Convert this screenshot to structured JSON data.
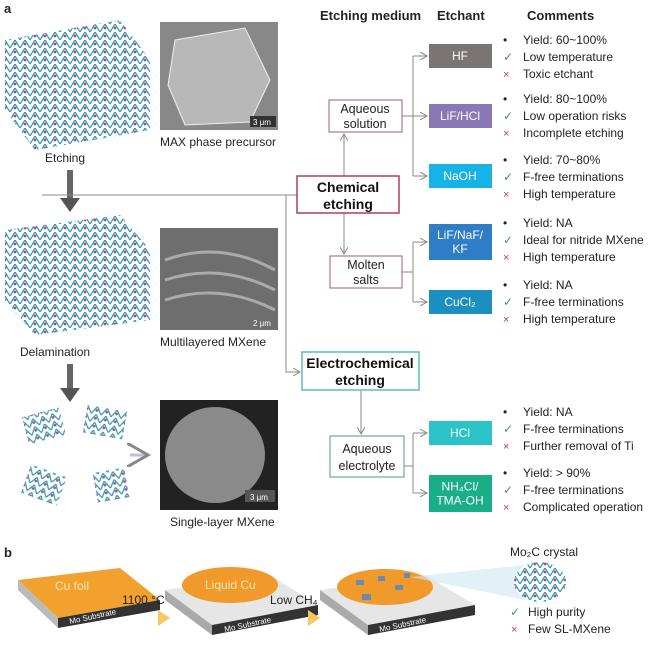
{
  "panel_a": {
    "label": "a",
    "headers": {
      "medium": "Etching medium",
      "etchant": "Etchant",
      "comments": "Comments"
    },
    "left": {
      "max_caption": "MAX phase precursor",
      "max_scale": "3 μm",
      "etching": "Etching",
      "multi_caption": "Multilayered MXene",
      "multi_scale": "2 μm",
      "delamination": "Delamination",
      "single_caption": "Single-layer MXene",
      "single_scale": "3 μm"
    },
    "methods": {
      "chemical": [
        "Chemical",
        "etching"
      ],
      "electrochemical": [
        "Electrochemical",
        "etching"
      ]
    },
    "media": {
      "aqueous": [
        "Aqueous",
        "solution"
      ],
      "molten": [
        "Molten",
        "salts"
      ],
      "electrolyte": [
        "Aqueous",
        "electrolyte"
      ]
    },
    "etchants": [
      {
        "name": [
          "HF"
        ],
        "color": "#7a7474",
        "comments": [
          "Yield: 60~100%",
          "Low temperature",
          "Toxic etchant"
        ]
      },
      {
        "name": [
          "LiF/HCl"
        ],
        "color": "#8a78b6",
        "comments": [
          "Yield: 80~100%",
          "Low operation risks",
          "Incomplete etching"
        ]
      },
      {
        "name": [
          "NaOH"
        ],
        "color": "#17b2e6",
        "comments": [
          "Yield: 70~80%",
          "F-free terminations",
          "High temperature"
        ]
      },
      {
        "name": [
          "LiF/NaF/",
          "KF"
        ],
        "color": "#2f7dc4",
        "comments": [
          "Yield: NA",
          "Ideal for nitride MXene",
          "High temperature"
        ]
      },
      {
        "name": [
          "CuCl₂"
        ],
        "color": "#1b8fc0",
        "comments": [
          "Yield: NA",
          "F-free terminations",
          "High temperature"
        ]
      },
      {
        "name": [
          "HCl"
        ],
        "color": "#2cc3c8",
        "comments": [
          "Yield: NA",
          "F-free terminations",
          "Further removal of Ti"
        ]
      },
      {
        "name": [
          "NH₄Cl/",
          "TMA-OH"
        ],
        "color": "#1aae86",
        "comments": [
          "Yield: > 90%",
          "F-free terminations",
          "Complicated operation"
        ]
      }
    ],
    "marks": {
      "bullet": "•",
      "check": "✓",
      "cross": "×"
    }
  },
  "panel_b": {
    "label": "b",
    "cu_foil": "Cu foil",
    "liquid_cu": "Liquid Cu",
    "substrate": "Mo Substrate",
    "step1": "1100 °C",
    "step2": "Low CH₄",
    "crystal": "Mo₂C crystal",
    "pro": "High purity",
    "con": "Few SL-MXene"
  }
}
